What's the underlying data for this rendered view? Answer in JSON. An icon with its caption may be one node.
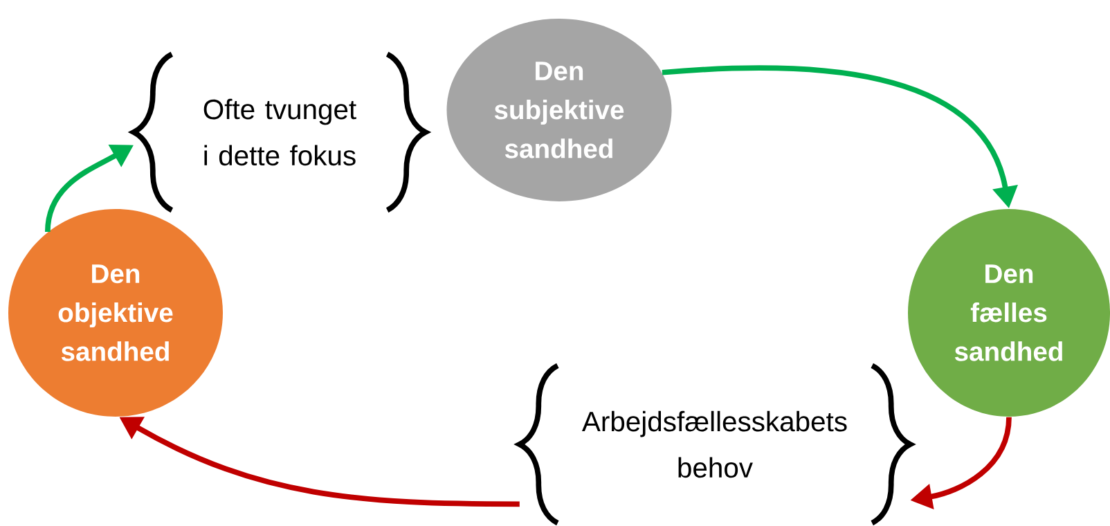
{
  "diagram": {
    "nodes": [
      {
        "text": [
          "Ofte tvunget i dette fokus"
        ]
      },
      {
        "text": [
          "Den subjektive sandhed"
        ]
      },
      {
        "text": [
          "Den fælles sandhed"
        ]
      },
      {
        "text": [
          "Arbejdsfællesskabets behov"
        ]
      },
      {
        "text": [
          "Den objektive sandhed"
        ]
      }
    ],
    "edges": [
      {
        "from": 1,
        "to": 2,
        "arrow": "to",
        "color": "#00b050"
      },
      {
        "from": 2,
        "to": 3,
        "arrow": "to",
        "color": "#c00000"
      },
      {
        "from": 3,
        "to": 4,
        "arrow": "to",
        "color": "#c00000"
      },
      {
        "from": 4,
        "to": 0,
        "arrow": "to",
        "color": "#00b050"
      }
    ]
  }
}
